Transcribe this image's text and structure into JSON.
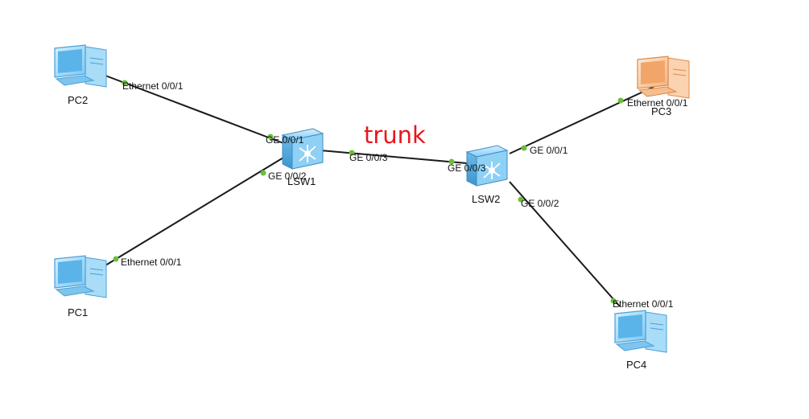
{
  "colors": {
    "link": "#1a1a1a",
    "port_dot": "#6abf3a",
    "pc_normal": "#5ab4ea",
    "pc_highlight": "#f2a56a",
    "switch": "#5aaee6",
    "annotation": "#e8161d"
  },
  "annotation": {
    "text": "trunk"
  },
  "nodes": {
    "pc1": {
      "label": "PC1",
      "type": "pc",
      "icon": "pc-icon"
    },
    "pc2": {
      "label": "PC2",
      "type": "pc",
      "icon": "pc-icon"
    },
    "pc3": {
      "label": "PC3",
      "type": "pc",
      "icon": "pc-icon-highlighted"
    },
    "pc4": {
      "label": "PC4",
      "type": "pc",
      "icon": "pc-icon"
    },
    "lsw1": {
      "label": "LSW1",
      "type": "switch",
      "icon": "switch-icon"
    },
    "lsw2": {
      "label": "LSW2",
      "type": "switch",
      "icon": "switch-icon"
    }
  },
  "links": [
    {
      "from": "pc2",
      "from_port": "Ethernet 0/0/1",
      "to": "lsw1",
      "to_port": "GE 0/0/1"
    },
    {
      "from": "pc1",
      "from_port": "Ethernet 0/0/1",
      "to": "lsw1",
      "to_port": "GE 0/0/2"
    },
    {
      "from": "lsw1",
      "from_port": "GE 0/0/3",
      "to": "lsw2",
      "to_port": "GE 0/0/3"
    },
    {
      "from": "pc3",
      "from_port": "Ethernet 0/0/1",
      "to": "lsw2",
      "to_port": "GE 0/0/1"
    },
    {
      "from": "pc4",
      "from_port": "Ethernet 0/0/1",
      "to": "lsw2",
      "to_port": "GE 0/0/2"
    }
  ]
}
